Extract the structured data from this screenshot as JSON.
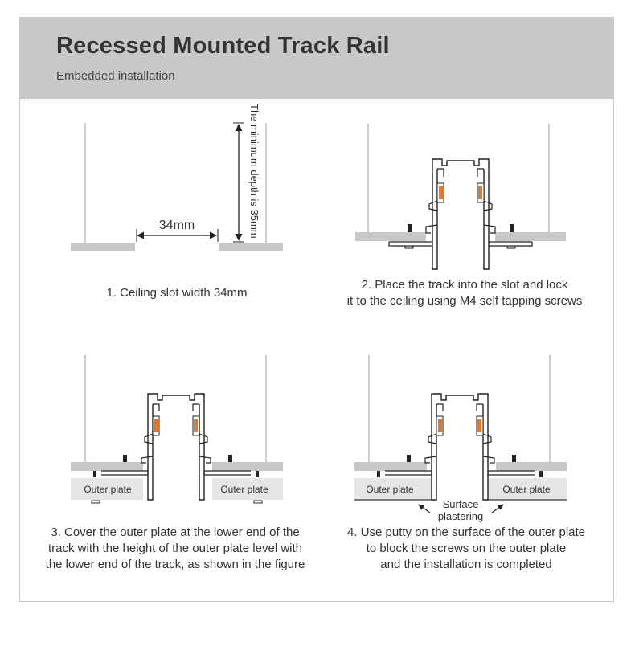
{
  "header": {
    "title": "Recessed Mounted Track Rail",
    "subtitle": "Embedded installation"
  },
  "steps": [
    {
      "caption_lines": [
        "1. Ceiling slot width 34mm"
      ],
      "width_label": "34mm",
      "depth_label": "The minimum depth is 35mm"
    },
    {
      "caption_lines": [
        "2. Place the track into the slot and lock",
        "it to the ceiling using M4 self tapping screws"
      ]
    },
    {
      "caption_lines": [
        "3. Cover the outer plate at the lower end of the",
        "track with the height of the outer plate level with",
        "the lower end of the track, as shown in the figure"
      ],
      "plate_labels": [
        "Outer plate",
        "Outer plate"
      ]
    },
    {
      "caption_lines": [
        "4. Use putty on the surface of the outer plate",
        "to block the screws on the outer plate",
        "and the installation is completed"
      ],
      "plate_labels": [
        "Outer plate",
        "Outer plate"
      ],
      "surface_label": [
        "Surface",
        "plastering"
      ]
    }
  ],
  "colors": {
    "header_bg": "#c8c8c8",
    "ceiling": "#c8c8c8",
    "plate": "#e6e6e6",
    "screw_accent": "#e07a2e"
  }
}
